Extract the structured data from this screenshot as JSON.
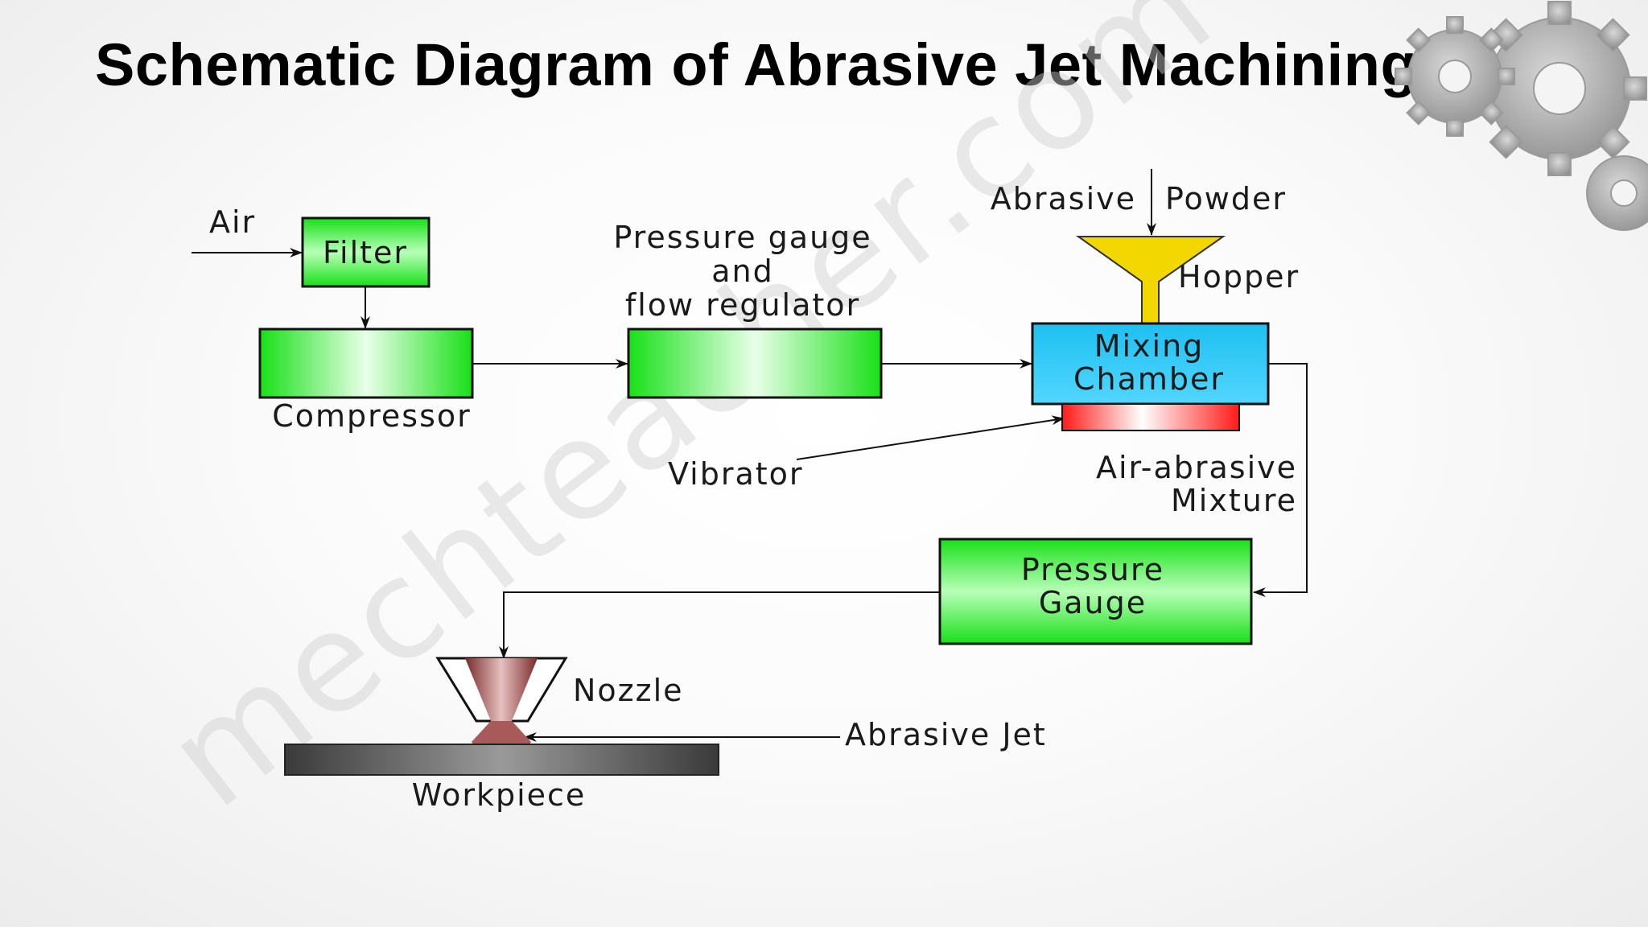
{
  "slide": {
    "title": "Schematic Diagram of Abrasive Jet Machining",
    "watermark": "mechteacher.com"
  },
  "diagram": {
    "input_label": "Air",
    "filter_label": "Filter",
    "compressor_label": "Compressor",
    "regulator_label_lines": [
      "Pressure gauge",
      "and",
      "flow regulator"
    ],
    "abrasive_left": "Abrasive",
    "abrasive_right": "Powder",
    "hopper_label": "Hopper",
    "mixing_chamber_lines": [
      "Mixing",
      "Chamber"
    ],
    "vibrator_label": "Vibrator",
    "mixture_label_lines": [
      "Air-abrasive",
      "Mixture"
    ],
    "pressure_gauge_lines": [
      "Pressure",
      "Gauge"
    ],
    "nozzle_label": "Nozzle",
    "jet_label": "Abrasive Jet",
    "workpiece_label": "Workpiece"
  },
  "colors": {
    "box_green": "#22e622",
    "mixing_blue": "#22c8f0",
    "hopper_yellow": "#f2d800",
    "vibrator_red": "#ff2020",
    "nozzle_maroon": "#8a3030",
    "workpiece_gray": "#444444"
  }
}
